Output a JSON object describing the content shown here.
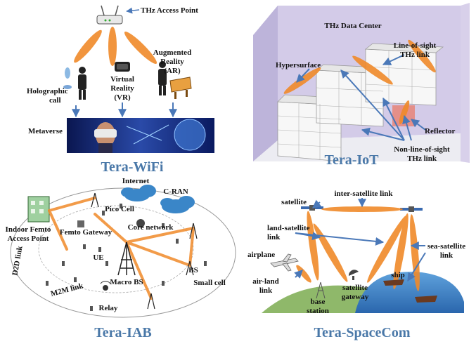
{
  "colors": {
    "beam": "#f08a2a",
    "arrow": "#4a78b8",
    "title": "#4a78a8",
    "room_wall": "#c8c0e0",
    "island": "#8fb86a",
    "sea": "#3f7fc0",
    "cloud": "#3a86c8"
  },
  "panels": {
    "wifi": {
      "title": "Tera-WiFi",
      "access_point": "THz Access Point",
      "holo": [
        "Holographic",
        "call"
      ],
      "vr": [
        "Virtual",
        "Reality",
        "(VR)"
      ],
      "ar": [
        "Augmented",
        "Reality",
        "(AR)"
      ],
      "metaverse": "Metaverse"
    },
    "iot": {
      "title": "Tera-IoT",
      "data_center": "THz Data Center",
      "hypersurface": "Hypersurface",
      "los": [
        "Line-of-sight",
        "THz link"
      ],
      "reflector": "Reflector",
      "nlos": [
        "Non-line-of-sight",
        "THz link"
      ]
    },
    "iab": {
      "title": "Tera-IAB",
      "internet": "Internet",
      "cran": "C-RAN",
      "pico": "Pico Cell",
      "femto_gw": "Femto Gateway",
      "core": "Core network",
      "indoor": [
        "Indoor Femto",
        "Access Point"
      ],
      "d2d": "D2D link",
      "ue": "UE",
      "macro": "Macro BS",
      "bs": "BS",
      "small": "Small cell",
      "m2m": "M2M link",
      "relay": "Relay"
    },
    "space": {
      "title": "Tera-SpaceCom",
      "isl": "inter-satellite link",
      "satellite": "satellite",
      "land_sat": [
        "land-satellite",
        "link"
      ],
      "sea_sat": [
        "sea-satellite",
        "link"
      ],
      "airplane": "airplane",
      "air_land": [
        "air-land",
        "link"
      ],
      "base": [
        "base",
        "station"
      ],
      "gateway": [
        "satellite",
        "gateway"
      ],
      "ship": "ship"
    }
  }
}
